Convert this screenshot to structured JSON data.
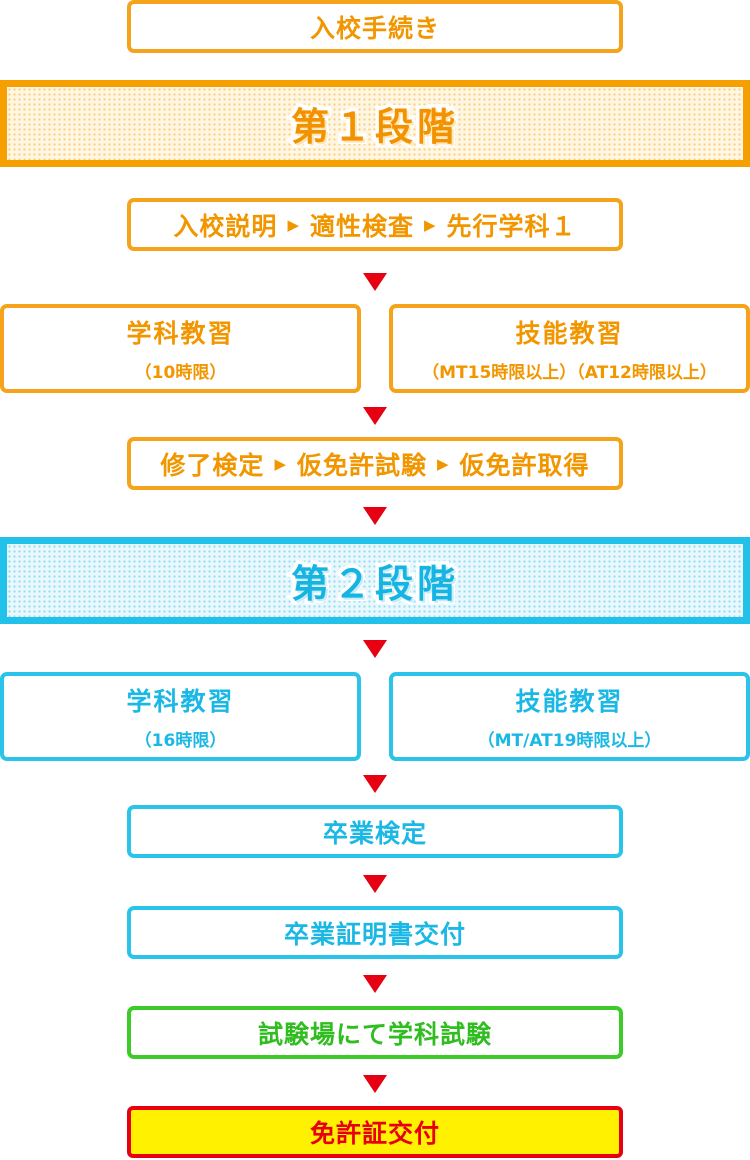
{
  "enrollment": "入校手続き",
  "stage1": {
    "title": "第１段階",
    "steps": [
      "入校説明",
      "適性検査",
      "先行学科１"
    ],
    "separator": "▶",
    "academic": {
      "title": "学科教習",
      "note": "（10時限）"
    },
    "technical": {
      "title": "技能教習",
      "note": "（MT15時限以上）（AT12時限以上）"
    },
    "exam_steps": [
      "修了検定",
      "仮免許試験",
      "仮免許取得"
    ]
  },
  "stage2": {
    "title": "第２段階",
    "academic": {
      "title": "学科教習",
      "note": "（16時限）"
    },
    "technical": {
      "title": "技能教習",
      "note": "（MT/AT19時限以上）"
    }
  },
  "graduation_exam": "卒業検定",
  "graduation_certificate": "卒業証明書交付",
  "written_exam": "試験場にて学科試験",
  "license_issue": "免許証交付",
  "colors": {
    "stage1": "#f5a31a",
    "stage2": "#2ac3ea",
    "written_exam": "#3dcb2a",
    "license_border": "#e60012",
    "license_fill": "#fff100",
    "arrow": "#e60012"
  }
}
